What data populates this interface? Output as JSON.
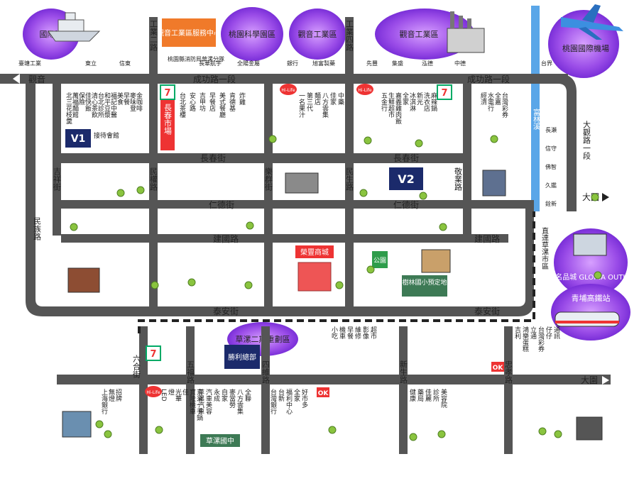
{
  "districts": {
    "port": "國際港",
    "science_park": "桃園科學園區",
    "industrial_1": "觀音工業區",
    "industrial_2": "觀音工業區",
    "service_center": "觀音工業區服務中心",
    "airport": "桃園國際機場",
    "outlets": "華泰名品城 GLORIA OUTLETS",
    "hsr": "青埔高鐵站",
    "redevelopment": "草漯二期重劃區"
  },
  "roads": {
    "chenggong_w": "成功路一段",
    "chenggong_e": "成功路一段",
    "changchun": "長春街",
    "rende_w": "仁德街",
    "rende_e": "仁德街",
    "jianguo_w": "建國路",
    "jianguo_e": "建國路",
    "taian_w": "泰安街",
    "taian_e": "泰安街",
    "dayuan_top": "大園",
    "dayuan_bottom": "大園",
    "guanyin": "觀音",
    "industrial_2rd": "工業二路",
    "industrial_4rd": "工業四路",
    "minzu": "民族路",
    "jixiang": "吉祥街",
    "minquan": "民權路",
    "lequn": "樂群街",
    "minsheng": "民生路",
    "jingye": "敬業路",
    "daguan": "大觀路一段",
    "zhida": "直達草漯市區",
    "liuhe": "六合街",
    "wufu": "五福路",
    "siwei": "四維路",
    "xinsheng": "新生路",
    "zhongxiao": "忠孝路",
    "fulin": "富林溪"
  },
  "top_places": [
    "臺塘工業",
    "東立",
    "信東",
    "長華航宇",
    "全陽金屬",
    "銀行",
    "旭富製藥",
    "先豐",
    "集盛",
    "泓德",
    "中德",
    "台界"
  ],
  "fire": "桃園縣消防局草漯分隊",
  "right_shops": [
    "長瀬",
    "信守",
    "佛智",
    "久鑑",
    "銓新"
  ],
  "landmarks": {
    "changchun_market": "長春市場",
    "rongfeng": "榮豐商城",
    "park": "公園",
    "shulin": "樹林國小預定地",
    "caota": "草漯國中",
    "shengli": "勝利總部",
    "v1": "接待會館"
  },
  "store_columns": [
    "北三花枝羹",
    "萬福麵館",
    "保險",
    "佳快飯",
    "清心茶飲",
    "台北診所",
    "和平豆漿",
    "福記中醫",
    "美食",
    "早餐",
    "麥味登",
    "金咖啡",
    "台北茶樓",
    "安心路",
    "吉甲坊",
    "早餐店",
    "美式餐廳",
    "肯德基",
    "炸雞",
    "一名果汁",
    "第三代",
    "麵店",
    "八方雲集",
    "佳家",
    "中藥",
    "五金行",
    "生鮮超市",
    "嘉義雞肉飯",
    "全家",
    "冰淇淋",
    "新光",
    "洗衣店",
    "麻辣鍋",
    "經濟",
    "水電行",
    "全嘉",
    "台灣彩券"
  ],
  "south_stores": [
    "上海銀行",
    "無燈",
    "招牌",
    "LED",
    "燈",
    "光華",
    "佳",
    "寶隆機車",
    "京采一手鍋",
    "草漯汽車",
    "汽車美容",
    "永成",
    "自家",
    "麥當勞",
    "八方雲集",
    "全聯",
    "台灣銀行",
    "台新",
    "福利中心",
    "全家",
    "好市多",
    "小吃",
    "機車",
    "早餐",
    "維修",
    "影像",
    "超市",
    "健康",
    "藥局",
    "佳麗",
    "診所",
    "美容院",
    "吉利",
    "鴻樂蛋糕",
    "立通",
    "台灣彩券",
    "仔仔",
    "通訊"
  ],
  "logos": {
    "v1": "V1",
    "v2": "V2",
    "seven": "7",
    "hilife": "Hi-Life",
    "ok": "OK"
  }
}
